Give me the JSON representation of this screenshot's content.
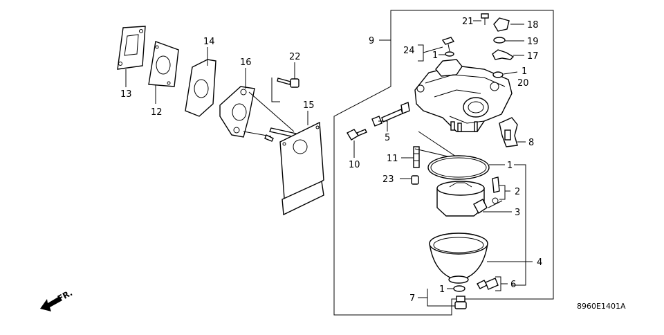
{
  "callouts": {
    "c1_top": "1",
    "c1_right": "1",
    "c1_o_ring": "1",
    "c1_bottom": "1",
    "c2": "2",
    "c3": "3",
    "c4": "4",
    "c5": "5",
    "c6": "6",
    "c7": "7",
    "c8": "8",
    "c9": "9",
    "c10": "10",
    "c11": "11",
    "c12": "12",
    "c13": "13",
    "c14": "14",
    "c15": "15",
    "c16": "16",
    "c17": "17",
    "c18": "18",
    "c19": "19",
    "c20": "20",
    "c21": "21",
    "c22": "22",
    "c23": "23",
    "c24": "24"
  },
  "direction_label": "FR.",
  "diagram_code": "8960E1401A"
}
